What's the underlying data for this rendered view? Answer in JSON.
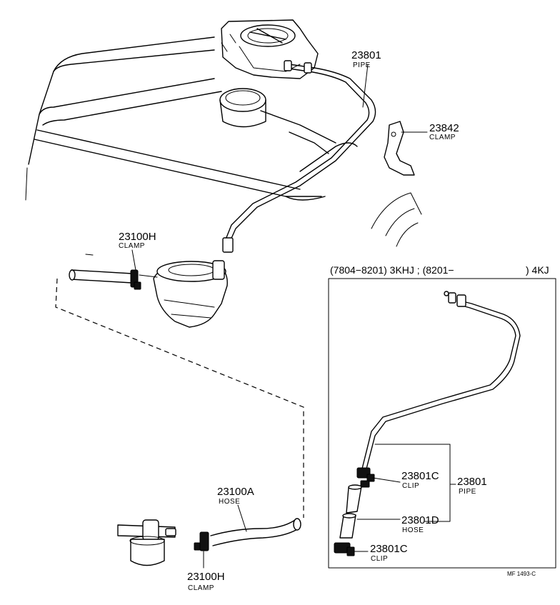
{
  "diagram": {
    "header": {
      "text_left": "(7804−8201) 3KHJ ; (8201−",
      "text_right": ") 4KJ"
    },
    "labels": {
      "pipe_main": {
        "number": "23801",
        "word": "PIPE"
      },
      "clamp_bracket": {
        "number": "23842",
        "word": "CLAMP"
      },
      "clamp_upper": {
        "number": "23100H",
        "word": "CLAMP"
      },
      "hose_main": {
        "number": "23100A",
        "word": "HOSE"
      },
      "clamp_lower": {
        "number": "23100H",
        "word": "CLAMP"
      },
      "clip_upper": {
        "number": "23801C",
        "word": "CLIP"
      },
      "pipe_inset": {
        "number": "23801",
        "word": "PIPE"
      },
      "hose_inset": {
        "number": "23801D",
        "word": "HOSE"
      },
      "clip_lower": {
        "number": "23801C",
        "word": "CLIP"
      }
    },
    "figure_code": "MF 1493-C"
  }
}
